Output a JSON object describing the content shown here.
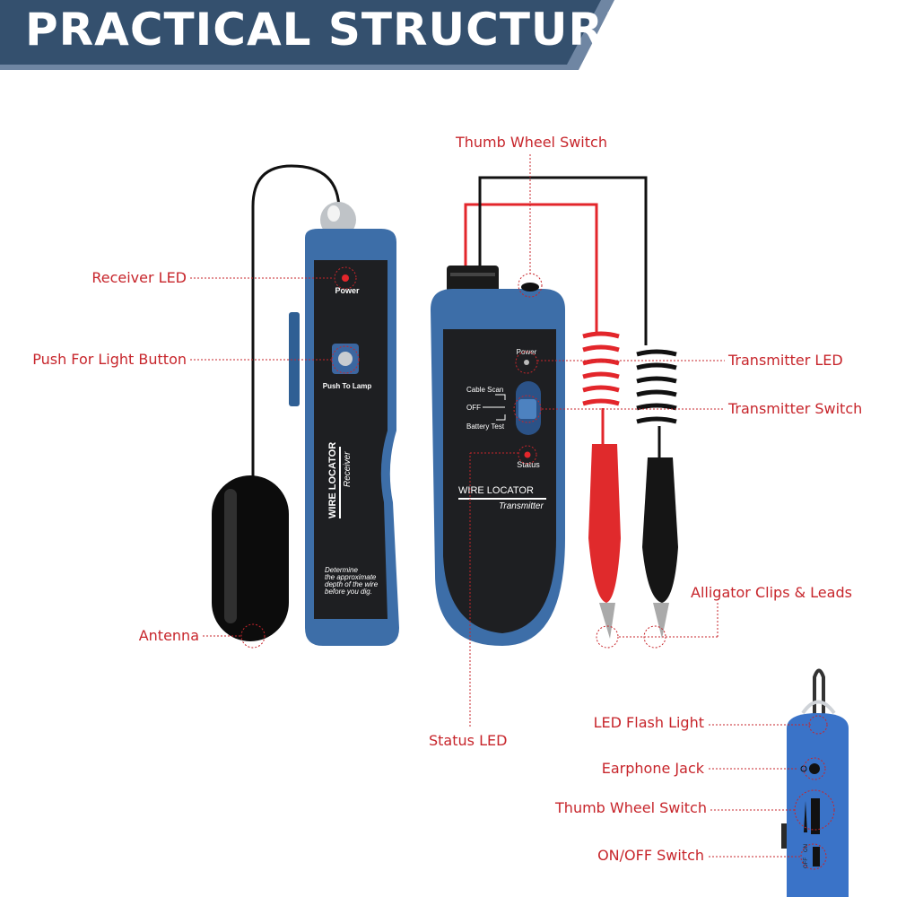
{
  "header": {
    "title": "PRACTICAL STRUCTURE"
  },
  "callouts": {
    "thumb_wheel_top": "Thumb Wheel Switch",
    "receiver_led": "Receiver LED",
    "push_light": "Push For Light Button",
    "antenna": "Antenna",
    "transmitter_led": "Transmitter LED",
    "transmitter_switch": "Transmitter Switch",
    "alligator": "Alligator Clips & Leads",
    "status_led": "Status LED",
    "led_flash": "LED Flash Light",
    "earphone": "Earphone Jack",
    "thumb_wheel_side": "Thumb Wheel Switch",
    "on_off": "ON/OFF Switch"
  },
  "receiver": {
    "power": "Power",
    "push": "Push To Lamp",
    "brand": "WIRE LOCATOR",
    "model": "Receiver",
    "note": [
      "Determine",
      "the approximate",
      "depth of the wire",
      "before you dig."
    ]
  },
  "transmitter": {
    "power": "Power",
    "cable_scan": "Cable Scan",
    "off": "OFF",
    "battery": "Battery Test",
    "status": "Status",
    "brand": "WIRE LOCATOR",
    "model": "Transmitter"
  },
  "side_view": {
    "off": "OFF",
    "on": "ON"
  },
  "colors": {
    "banner": "#34506e",
    "accent": "#c7252b",
    "device_blue": "#3d6ea8",
    "panel": "#1e1f22"
  }
}
